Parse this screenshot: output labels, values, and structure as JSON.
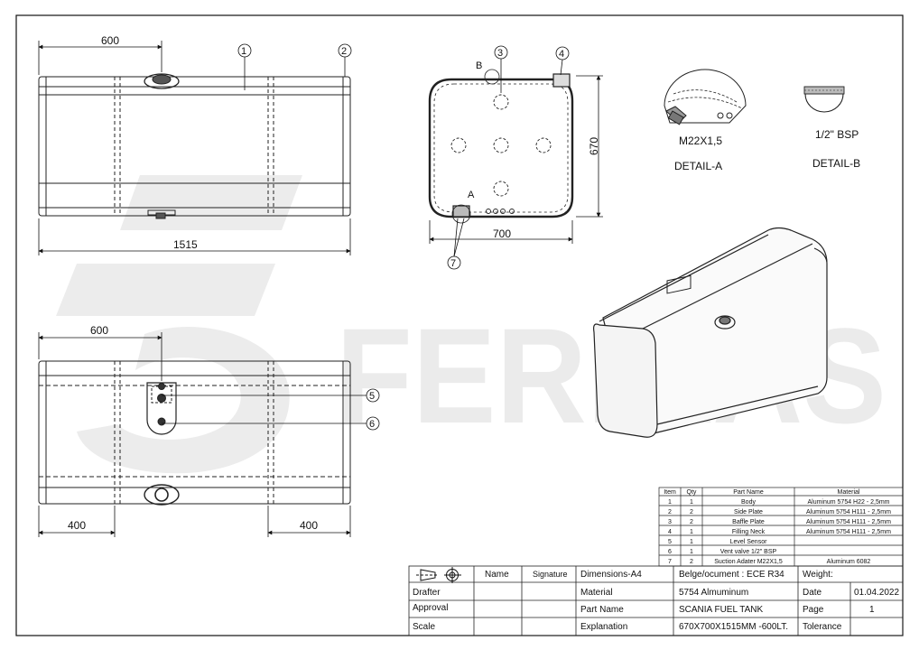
{
  "watermark": {
    "brand": "FERIKAS"
  },
  "front_view": {
    "dim_offset": "600",
    "dim_length": "1515",
    "balloons": [
      "1",
      "2"
    ]
  },
  "top_view": {
    "dim_offset": "600",
    "dim_left": "400",
    "dim_right": "400",
    "balloons": [
      "5",
      "6"
    ]
  },
  "section_view": {
    "dim_width": "700",
    "dim_height": "670",
    "balloons": [
      "3",
      "4",
      "7"
    ],
    "detail_marks": [
      "B",
      "A"
    ]
  },
  "details": [
    {
      "thread": "M22X1,5",
      "title": "DETAIL-A"
    },
    {
      "thread": "1/2\" BSP",
      "title": "DETAIL-B"
    }
  ],
  "parts_table": {
    "headers": [
      "Item",
      "Qty",
      "Part Name",
      "Material"
    ],
    "rows": [
      [
        "1",
        "1",
        "Body",
        "Aluminum 5754 H22 - 2,5mm"
      ],
      [
        "2",
        "2",
        "Side Plate",
        "Aluminum 5754 H111 - 2,5mm"
      ],
      [
        "3",
        "2",
        "Baffle Plate",
        "Aluminum 5754 H111 - 2,5mm"
      ],
      [
        "4",
        "1",
        "Filling Neck",
        "Aluminum 5754 H111 - 2,5mm"
      ],
      [
        "5",
        "1",
        "Level Sensor",
        ""
      ],
      [
        "6",
        "1",
        "Vent valve 1/2\" BSP",
        ""
      ],
      [
        "7",
        "2",
        "Suction Adater M22X1,5",
        "Aluminum 6082"
      ]
    ]
  },
  "title_block": {
    "col_name": "Name",
    "col_signature": "Signature",
    "dimensions": "Dimensions-A4",
    "document": "Belge/ocument : ECE R34",
    "weight": "Weight:",
    "rows": [
      {
        "role": "Drafter",
        "field": "Material",
        "value": "5754 Almuminum",
        "key": "Date",
        "key_value": "01.04.2022"
      },
      {
        "role": "Approval",
        "field": "Part Name",
        "value": "SCANIA FUEL TANK",
        "key": "Page",
        "key_value": "1"
      },
      {
        "role": "Scale",
        "field": "Explanation",
        "value": "670X700X1515MM -600LT.",
        "key": "Tolerance",
        "key_value": ""
      }
    ]
  }
}
